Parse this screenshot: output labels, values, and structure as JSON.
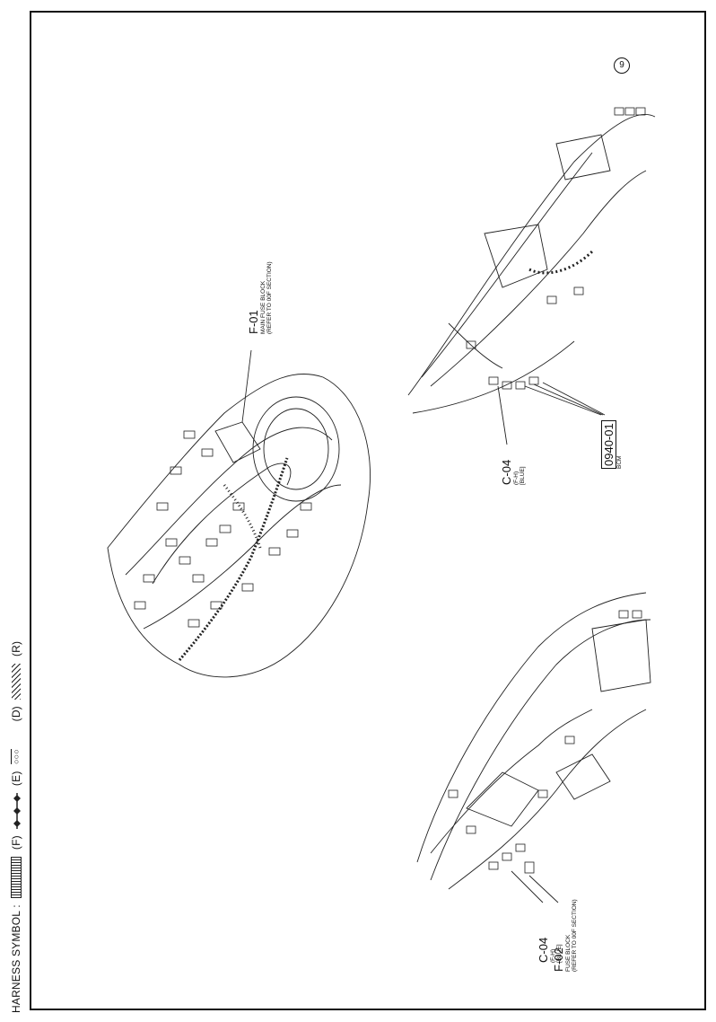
{
  "legend": {
    "prefix": "HARNESS SYMBOL :",
    "f_code": "(F)",
    "e_code": "(E)",
    "d_symbol": "○○○",
    "d_code": "(D)",
    "r_code": "(R)"
  },
  "callouts": {
    "f01": {
      "code": "F-01",
      "line1": "MAIN FUSE BLOCK",
      "line2": "(REFER TO 00F SECTION)"
    },
    "c04_right": {
      "code": "C-04",
      "line1": "(F-H)",
      "line2": "[BLUE]"
    },
    "bcm": {
      "code": "0940-01",
      "line1": "BCM"
    },
    "marker9": {
      "code": "9"
    },
    "c04_left": {
      "code": "C-04",
      "line1": "(F-H)",
      "line2": "[BLUE]"
    },
    "f02": {
      "code": "F-02",
      "line1": "FUSE BLOCK",
      "line2": "(REFER TO 00F SECTION)"
    }
  }
}
